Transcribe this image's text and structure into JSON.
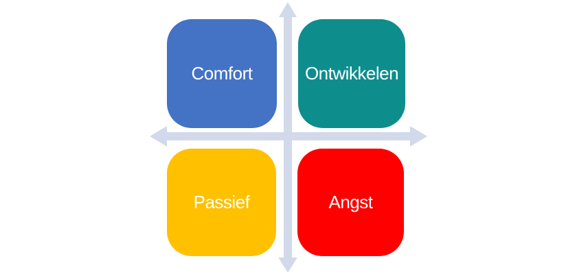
{
  "diagram": {
    "type": "quadrant-matrix",
    "axis_color": "#D2D9EA",
    "label_color": "#FFFFFF",
    "background_color": "#FFFFFF",
    "quadrants": [
      {
        "position": "top-left",
        "label": "Comfort",
        "color": "#4472C4"
      },
      {
        "position": "top-right",
        "label": "Ontwikkelen",
        "color": "#0E8D8D"
      },
      {
        "position": "bottom-left",
        "label": "Passief",
        "color": "#FFC000"
      },
      {
        "position": "bottom-right",
        "label": "Angst",
        "color": "#FE0000"
      }
    ]
  }
}
